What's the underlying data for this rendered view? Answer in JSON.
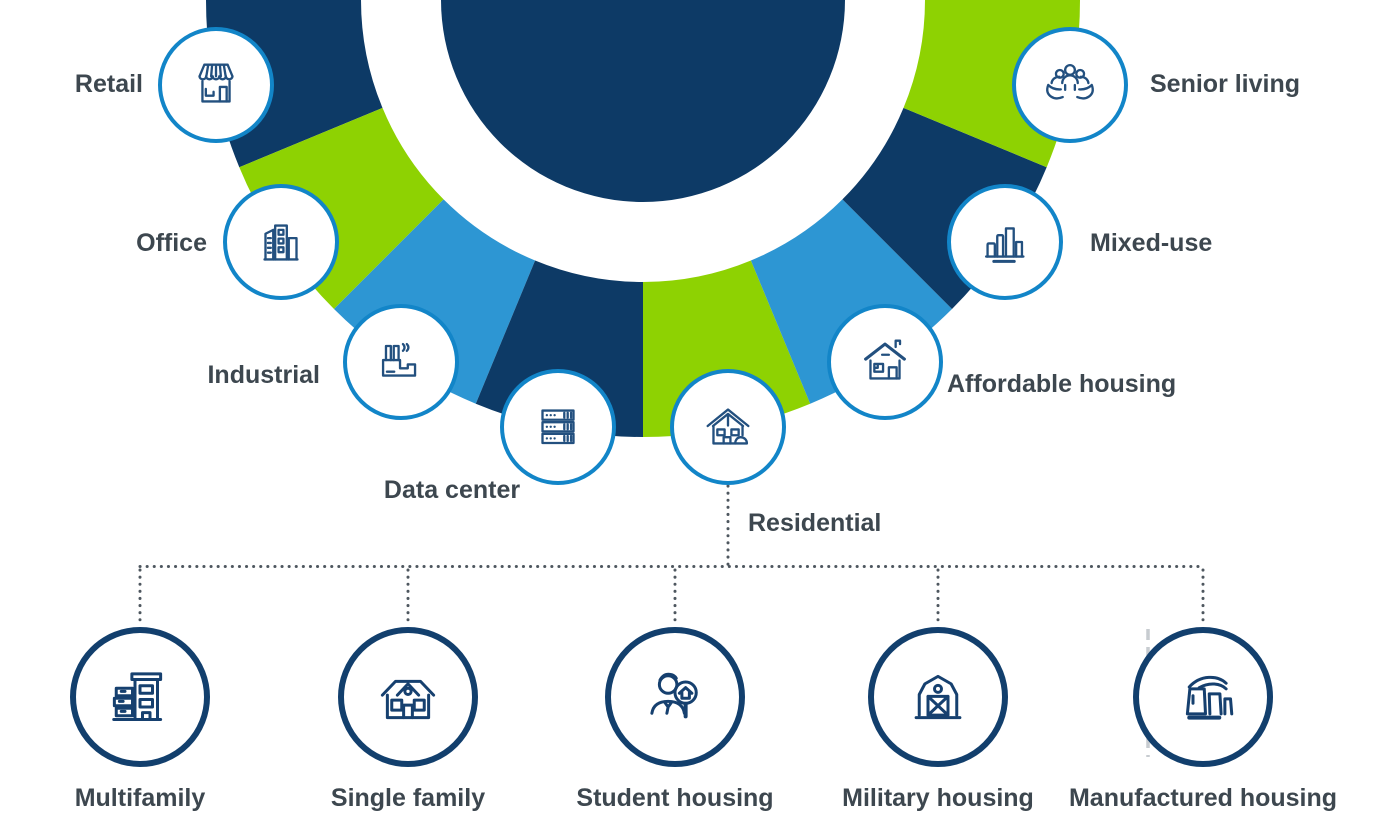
{
  "colors": {
    "navy": "#0d3a66",
    "green": "#8ed202",
    "light_blue": "#2d96d3",
    "ring_circle_border": "#1285c8",
    "sub_circle_border": "#123f6d",
    "icon_line": "#23507f",
    "label_text": "#3d474f",
    "dotted_connector": "#4e575f",
    "dashed_divider": "#c7ccd0"
  },
  "ring": {
    "items": [
      {
        "label": "Retail",
        "icon": "store-icon",
        "segment_color_key": "navy"
      },
      {
        "label": "Office",
        "icon": "office-buildings-icon",
        "segment_color_key": "green"
      },
      {
        "label": "Industrial",
        "icon": "factory-icon",
        "segment_color_key": "light_blue"
      },
      {
        "label": "Data center",
        "icon": "server-stack-icon",
        "segment_color_key": "navy"
      },
      {
        "label": "Residential",
        "icon": "house-icon",
        "segment_color_key": "green"
      },
      {
        "label": "Affordable housing",
        "icon": "house-chimney-icon",
        "segment_color_key": "light_blue"
      },
      {
        "label": "Mixed-use",
        "icon": "buildings-chart-icon",
        "segment_color_key": "navy"
      },
      {
        "label": "Senior living",
        "icon": "people-care-icon",
        "segment_color_key": "green"
      }
    ]
  },
  "residential_subtypes": {
    "items": [
      {
        "label": "Multifamily",
        "icon": "apartment-building-icon"
      },
      {
        "label": "Single family",
        "icon": "single-family-house-icon"
      },
      {
        "label": "Student housing",
        "icon": "person-house-magnifier-icon"
      },
      {
        "label": "Military housing",
        "icon": "barn-icon"
      },
      {
        "label": "Manufactured housing",
        "icon": "mobile-homes-icon"
      }
    ]
  }
}
